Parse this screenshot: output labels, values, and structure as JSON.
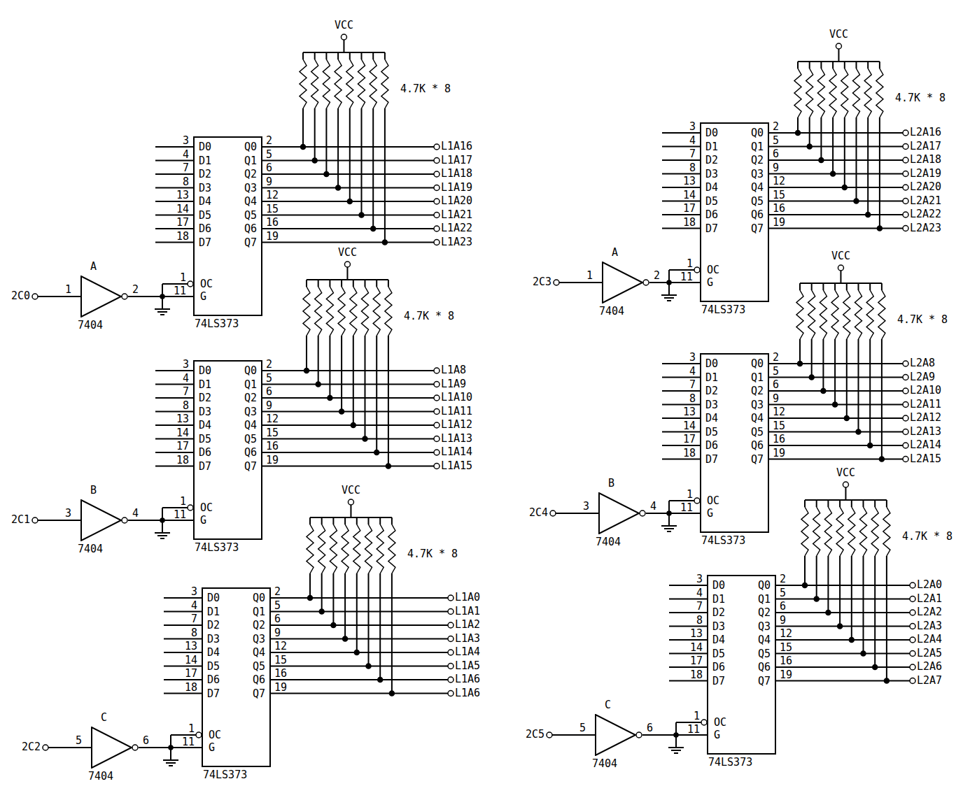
{
  "diagram": {
    "nodes": [
      {
        "text": [
          "D0",
          "D1",
          "D2",
          "D3",
          "D4",
          "D5",
          "D6",
          "D7",
          "Q0",
          "Q1",
          "Q2",
          "Q3",
          "Q4",
          "Q5",
          "Q6",
          "Q7",
          "OC",
          "G",
          "74LS373"
        ]
      },
      {
        "text": [
          "A",
          "7404"
        ]
      },
      {
        "text": [
          "D0",
          "D1",
          "D2",
          "D3",
          "D4",
          "D5",
          "D6",
          "D7",
          "Q0",
          "Q1",
          "Q2",
          "Q3",
          "Q4",
          "Q5",
          "Q6",
          "Q7",
          "OC",
          "G",
          "74LS373"
        ]
      },
      {
        "text": [
          "B",
          "7404"
        ]
      },
      {
        "text": [
          "D0",
          "D1",
          "D2",
          "D3",
          "D4",
          "D5",
          "D6",
          "D7",
          "Q0",
          "Q1",
          "Q2",
          "Q3",
          "Q4",
          "Q5",
          "Q6",
          "Q7",
          "OC",
          "G",
          "74LS373"
        ]
      },
      {
        "text": [
          "C",
          "7404"
        ]
      },
      {
        "text": [
          "D0",
          "D1",
          "D2",
          "D3",
          "D4",
          "D5",
          "D6",
          "D7",
          "Q0",
          "Q1",
          "Q2",
          "Q3",
          "Q4",
          "Q5",
          "Q6",
          "Q7",
          "OC",
          "G",
          "74LS373"
        ]
      },
      {
        "text": [
          "A",
          "7404"
        ]
      },
      {
        "text": [
          "D0",
          "D1",
          "D2",
          "D3",
          "D4",
          "D5",
          "D6",
          "D7",
          "Q0",
          "Q1",
          "Q2",
          "Q3",
          "Q4",
          "Q5",
          "Q6",
          "Q7",
          "OC",
          "G",
          "74LS373"
        ]
      },
      {
        "text": [
          "B",
          "7404"
        ]
      },
      {
        "text": [
          "D0",
          "D1",
          "D2",
          "D3",
          "D4",
          "D5",
          "D6",
          "D7",
          "Q0",
          "Q1",
          "Q2",
          "Q3",
          "Q4",
          "Q5",
          "Q6",
          "Q7",
          "OC",
          "G",
          "74LS373"
        ]
      },
      {
        "text": [
          "C",
          "7404"
        ]
      }
    ],
    "edges": [
      {
        "from": 1,
        "to": 0,
        "arrow": "none"
      },
      {
        "from": 3,
        "to": 2,
        "arrow": "none"
      },
      {
        "from": 5,
        "to": 4,
        "arrow": "none"
      },
      {
        "from": 7,
        "to": 6,
        "arrow": "none"
      },
      {
        "from": 9,
        "to": 8,
        "arrow": "none"
      },
      {
        "from": 11,
        "to": 10,
        "arrow": "none"
      }
    ],
    "labels": [
      "3",
      "4",
      "7",
      "8",
      "13",
      "14",
      "17",
      "18",
      "2",
      "5",
      "6",
      "9",
      "12",
      "15",
      "16",
      "19",
      "1",
      "11",
      "L1A16",
      "L1A17",
      "L1A18",
      "L1A19",
      "L1A20",
      "L1A21",
      "L1A22",
      "L1A23",
      "VCC",
      "4.7K * 8",
      "2C0",
      "1",
      "2",
      "3",
      "4",
      "7",
      "8",
      "13",
      "14",
      "17",
      "18",
      "2",
      "5",
      "6",
      "9",
      "12",
      "15",
      "16",
      "19",
      "1",
      "11",
      "L1A8",
      "L1A9",
      "L1A10",
      "L1A11",
      "L1A12",
      "L1A13",
      "L1A14",
      "L1A15",
      "VCC",
      "4.7K * 8",
      "2C1",
      "3",
      "4",
      "3",
      "4",
      "7",
      "8",
      "13",
      "14",
      "17",
      "18",
      "2",
      "5",
      "6",
      "9",
      "12",
      "15",
      "16",
      "19",
      "1",
      "11",
      "L1A0",
      "L1A1",
      "L1A2",
      "L1A3",
      "L1A4",
      "L1A5",
      "L1A6",
      "L1A6",
      "VCC",
      "4.7K * 8",
      "2C2",
      "5",
      "6",
      "3",
      "4",
      "7",
      "8",
      "13",
      "14",
      "17",
      "18",
      "2",
      "5",
      "6",
      "9",
      "12",
      "15",
      "16",
      "19",
      "1",
      "11",
      "L2A16",
      "L2A17",
      "L2A18",
      "L2A19",
      "L2A20",
      "L2A21",
      "L2A22",
      "L2A23",
      "VCC",
      "4.7K * 8",
      "2C3",
      "1",
      "2",
      "3",
      "4",
      "7",
      "8",
      "13",
      "14",
      "17",
      "18",
      "2",
      "5",
      "6",
      "9",
      "12",
      "15",
      "16",
      "19",
      "1",
      "11",
      "L2A8",
      "L2A9",
      "L2A10",
      "L2A11",
      "L2A12",
      "L2A13",
      "L2A14",
      "L2A15",
      "VCC",
      "4.7K * 8",
      "2C4",
      "3",
      "4",
      "3",
      "4",
      "7",
      "8",
      "13",
      "14",
      "17",
      "18",
      "2",
      "5",
      "6",
      "9",
      "12",
      "15",
      "16",
      "19",
      "1",
      "11",
      "L2A0",
      "L2A1",
      "L2A2",
      "L2A3",
      "L2A4",
      "L2A5",
      "L2A6",
      "L2A7",
      "VCC",
      "4.7K * 8",
      "2C5",
      "5",
      "6"
    ]
  }
}
